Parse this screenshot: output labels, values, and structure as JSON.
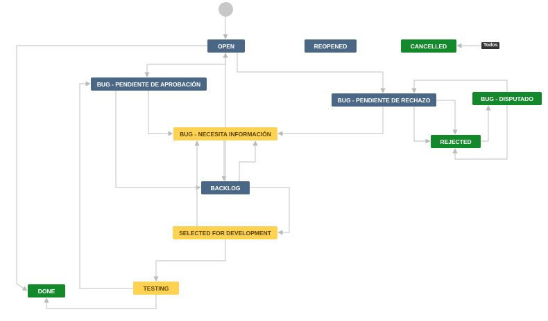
{
  "diagram": {
    "colors": {
      "in_progress": "#4a6785",
      "done": "#14892c",
      "todo": "#ffd351",
      "edge": "#cccccc",
      "start": "#c8c8c8"
    },
    "statuses": {
      "open": "OPEN",
      "reopened": "REOPENED",
      "cancelled": "CANCELLED",
      "pendiente_aprobacion": "BUG - PENDIENTE DE APROBACIÓN",
      "pendiente_rechazo": "BUG - PENDIENTE DE RECHAZO",
      "disputado": "BUG - DISPUTADO",
      "necesita_informacion": "BUG - NECESITA INFORMACIÓN",
      "rejected": "REJECTED",
      "backlog": "BACKLOG",
      "selected_for_development": "SELECTED FOR DEVELOPMENT",
      "testing": "TESTING",
      "done": "DONE"
    },
    "all_transition_label": "Todos"
  }
}
